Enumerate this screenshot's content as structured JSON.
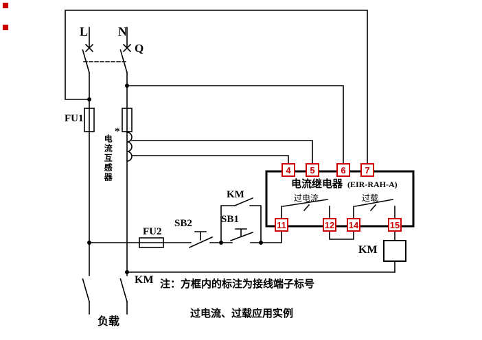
{
  "colors": {
    "line": "#000000",
    "terminal_red": "#cc0000",
    "marker_red": "#cc0000"
  },
  "labels": {
    "phase_l": "L",
    "phase_n": "N",
    "breaker": "Q",
    "fuse1": "FU1",
    "fuse2": "FU2",
    "current_transformer": "电流互感器",
    "ct_polarity_mark": "*",
    "stop_button": "SB2",
    "start_button": "SB1",
    "km_aux_contact": "KM",
    "km_main_contact": "KM",
    "km_coil": "KM",
    "load": "负载"
  },
  "relay": {
    "title": "电流继电器",
    "model": "(EIR-RAH-A)",
    "overcurrent_label": "过电流",
    "overload_label": "过载",
    "top_terminals": [
      "4",
      "5",
      "6",
      "7"
    ],
    "bottom_terminals": [
      "11",
      "12",
      "14",
      "15"
    ]
  },
  "note": "注：方框内的标注为接线端子标号",
  "caption": "过电流、过载应用实例"
}
